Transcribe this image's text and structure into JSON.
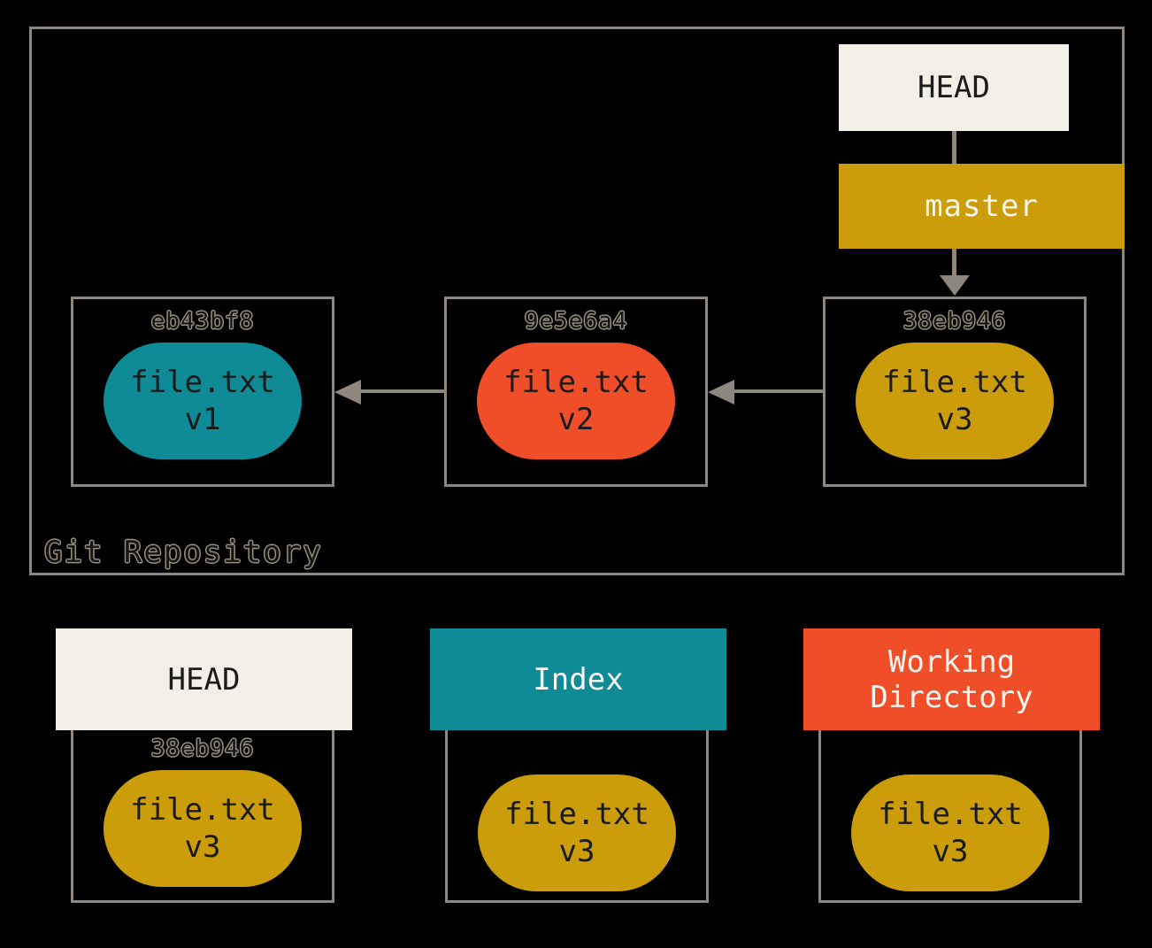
{
  "colors": {
    "background": "#000000",
    "border_gray": "#8e877d",
    "teal": "#0e8b96",
    "red_orange": "#f04e28",
    "gold": "#cb9d0b",
    "off_white": "#f2f0e6",
    "dark_text": "#1a1a1a",
    "white_text": "#f7f5ef"
  },
  "repository": {
    "label": "Git Repository",
    "head_pointer": {
      "label": "HEAD"
    },
    "branch_pointer": {
      "label": "master"
    },
    "commits": [
      {
        "hash": "eb43bf8",
        "file_name": "file.txt",
        "file_version": "v1"
      },
      {
        "hash": "9e5e6a4",
        "file_name": "file.txt",
        "file_version": "v2"
      },
      {
        "hash": "38eb946",
        "file_name": "file.txt",
        "file_version": "v3"
      }
    ]
  },
  "areas": [
    {
      "title": "HEAD",
      "hash": "38eb946",
      "file_name": "file.txt",
      "file_version": "v3"
    },
    {
      "title": "Index",
      "file_name": "file.txt",
      "file_version": "v3"
    },
    {
      "title": "Working Directory",
      "file_name": "file.txt",
      "file_version": "v3"
    }
  ]
}
